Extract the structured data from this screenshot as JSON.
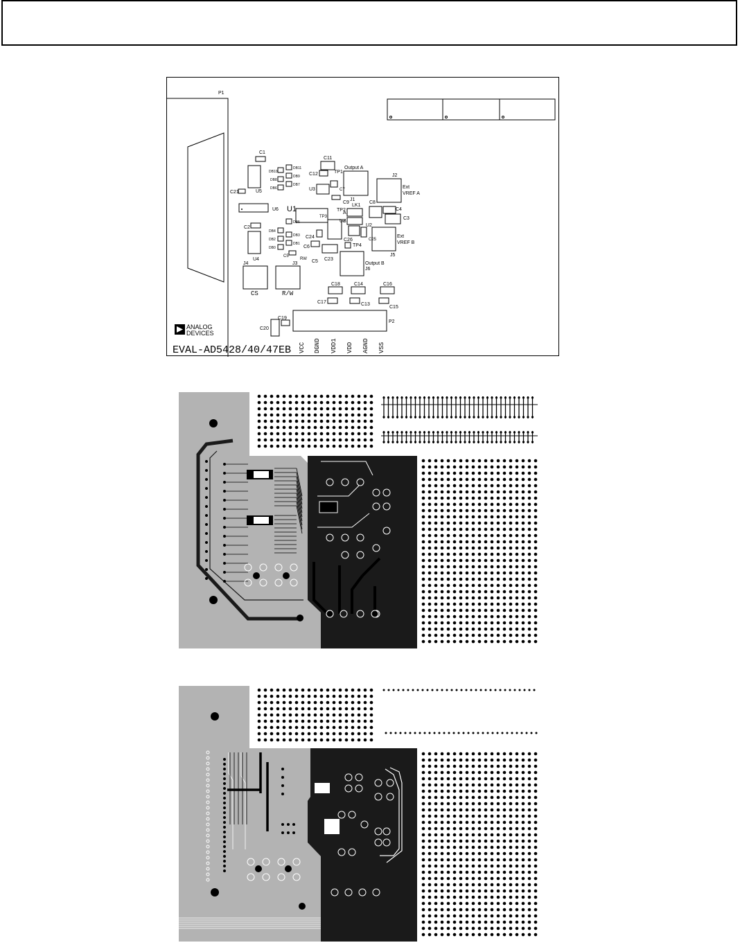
{
  "board": {
    "name": "EVAL-AD5428/40/47EB",
    "logo_line1": "ANALOG",
    "logo_line2": "DEVICES"
  },
  "silkscreen": {
    "connector_p1": "P1",
    "connector_p2": "P2",
    "u1": "U1",
    "u3": "U3",
    "u4": "U4",
    "u5": "U5",
    "u6": "U6",
    "u7": "U7",
    "u2": "U2",
    "output_a": "Output A",
    "output_b": "Output B",
    "ext": "Ext",
    "vref_a": "VREF A",
    "vref_b": "VREF B",
    "j1": "J1",
    "j2": "J2",
    "j3": "J3",
    "j4": "J4",
    "j5": "J5",
    "j6": "J6",
    "lk1": "LK1",
    "lk_a": "A",
    "lk_b": "B",
    "tp1": "TP1",
    "tp2": "TP2",
    "tp3": "TP3",
    "tp4": "TP4",
    "cs": "CS",
    "rw": "R/W",
    "rw_small": "RW",
    "caps": {
      "c1": "C1",
      "c2": "C2",
      "c3": "C3",
      "c4": "C4",
      "c5": "C5",
      "c6": "C6",
      "c7": "C7",
      "c8": "C8",
      "c9": "C9",
      "c11": "C11",
      "c12": "C12",
      "c13": "C13",
      "c14": "C14",
      "c15": "C15",
      "c16": "C16",
      "c17": "C17",
      "c18": "C18",
      "c19": "C19",
      "c20": "C20",
      "c21": "C21",
      "c23": "C23",
      "c24": "C24",
      "c25": "C25",
      "c26": "C26"
    },
    "db": {
      "db0": "DB0",
      "db1": "DB1",
      "db2": "DB2",
      "db3": "DB3",
      "db4": "DB4",
      "db5": "DB5",
      "db6": "DB6",
      "db7": "DB7",
      "db8": "DB8",
      "db9": "DB9",
      "db10": "DB10",
      "db11": "DB11"
    },
    "power_pins": [
      "VCC",
      "DGND",
      "VDD1",
      "VDD",
      "AGND",
      "VSS"
    ]
  },
  "colors": {
    "ground_plane_gray": "#b3b3b3",
    "analog_plane_black": "#1a1a1a",
    "outline": "#000000"
  }
}
